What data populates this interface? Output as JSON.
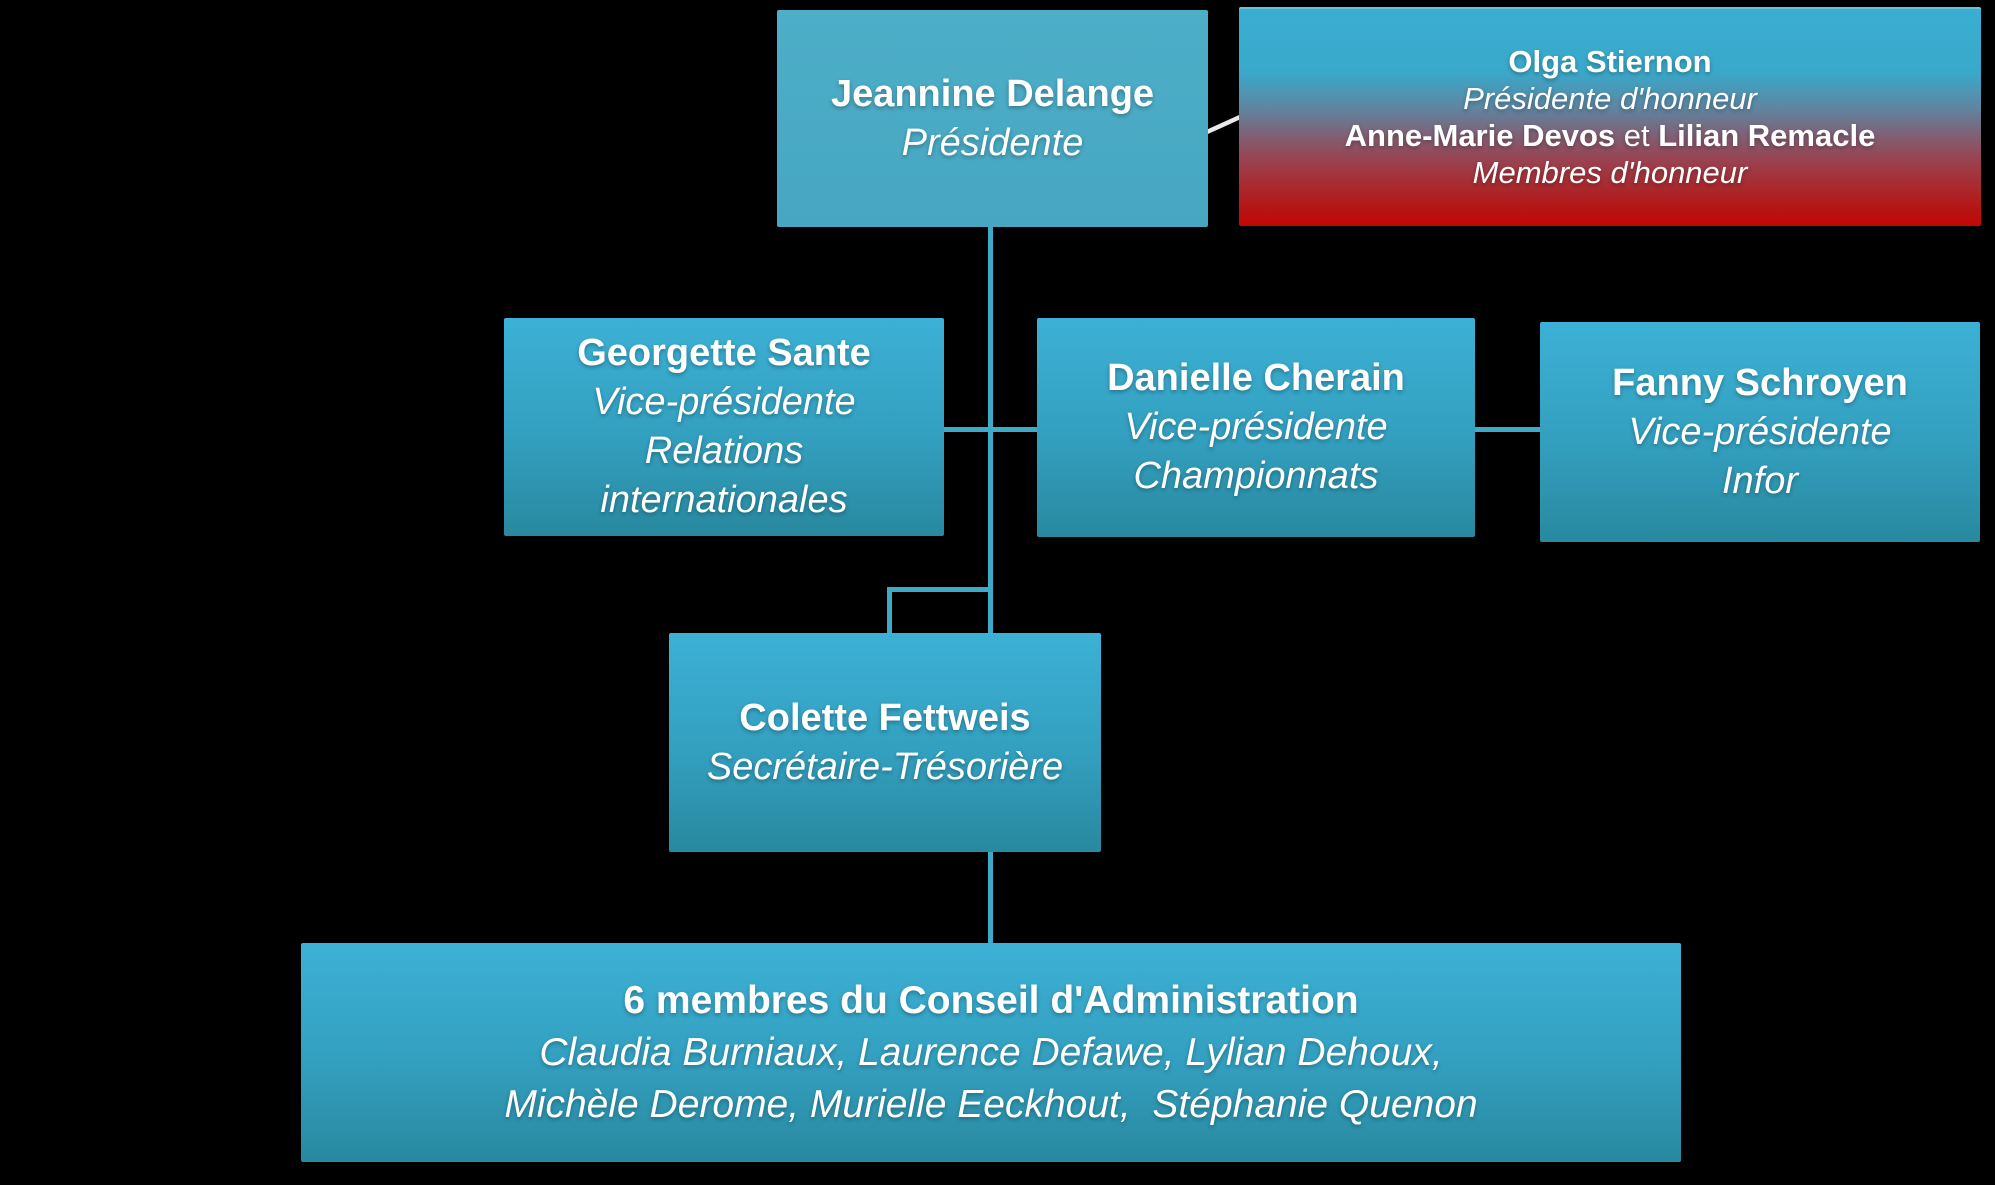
{
  "nodes": {
    "president": {
      "name": "Jeannine Delange",
      "role": "Présidente"
    },
    "honor": {
      "name": "Olga Stiernon",
      "role": "Présidente d'honneur",
      "member1": "Anne-Marie Devos",
      "and_word": " et ",
      "member2": "Lilian Remacle",
      "members_role": "Membres d'honneur"
    },
    "vp_international": {
      "name": "Georgette Sante",
      "role_lines": [
        "Vice-présidente",
        "Relations",
        "internationales"
      ]
    },
    "vp_championnats": {
      "name": "Danielle Cherain",
      "role_lines": [
        "Vice-présidente",
        "Championnats"
      ]
    },
    "vp_infor": {
      "name": "Fanny Schroyen",
      "role_lines": [
        "Vice-présidente",
        "Infor"
      ]
    },
    "secretary": {
      "name": "Colette Fettweis",
      "role": "Secrétaire-Trésorière"
    },
    "board": {
      "title": "6 membres du Conseil d'Administration",
      "members_line1": "Claudia Burniaux, Laurence Defawe, Lylian Dehoux,",
      "members_line2": "Michèle Derome, Murielle Eeckhout,  Stéphanie Quenon"
    }
  },
  "colors": {
    "background": "#000000",
    "text": "#FFFFFF",
    "connector_teal": "#3FA9C8",
    "connector_white": "#E9E9E9",
    "box_teal_top": "#3CB1D5",
    "box_teal_bottom": "#28899F",
    "president_fill": "#4BACC6",
    "honor_top": "#39AFD3",
    "honor_bottom": "#C40606"
  }
}
